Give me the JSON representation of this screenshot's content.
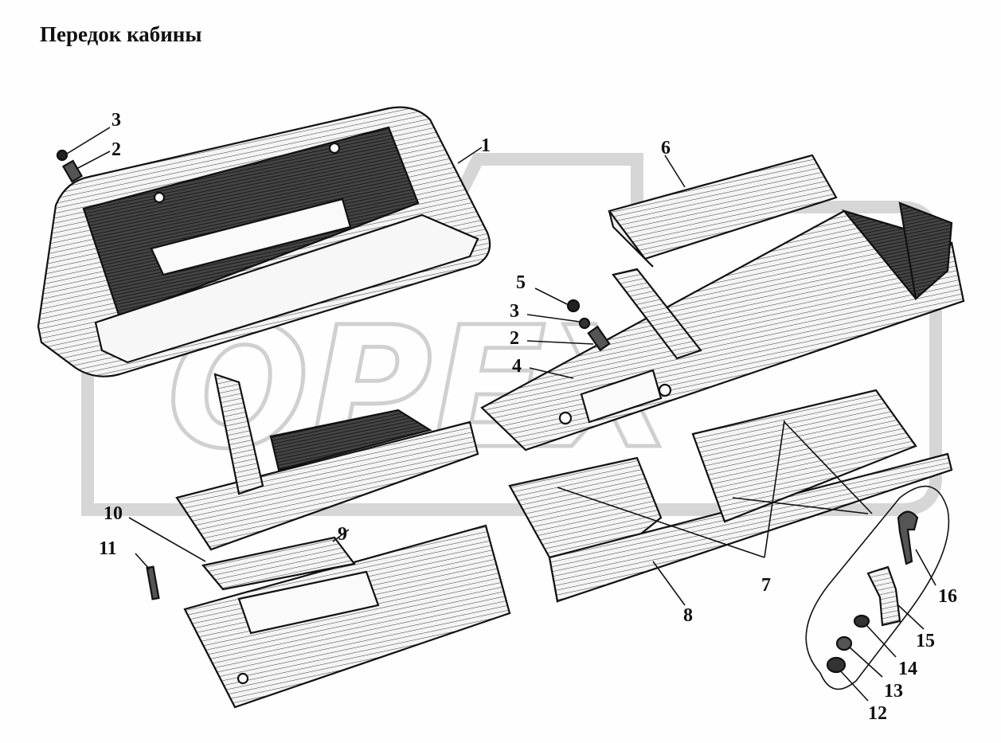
{
  "title": "Передок кабины",
  "watermark": "ОРЕХ",
  "callouts": {
    "c1": "1",
    "c2a": "2",
    "c3a": "3",
    "c2b": "2",
    "c3b": "3",
    "c4": "4",
    "c5": "5",
    "c6": "6",
    "c7": "7",
    "c8": "8",
    "c9": "9",
    "c10": "10",
    "c11": "11",
    "c12": "12",
    "c13": "13",
    "c14": "14",
    "c15": "15",
    "c16": "16"
  }
}
